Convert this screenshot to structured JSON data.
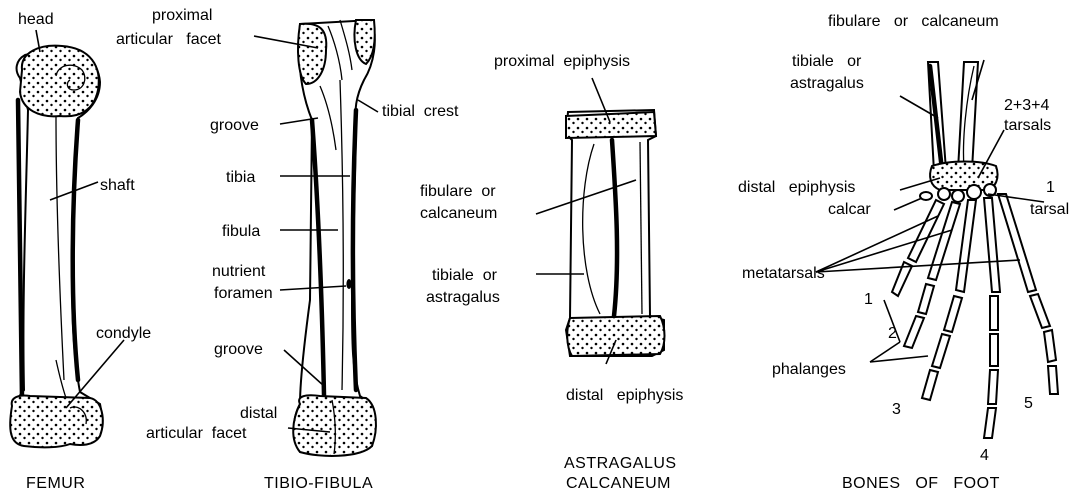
{
  "femur": {
    "caption": "FEMUR",
    "labels": {
      "head": "head",
      "shaft": "shaft",
      "condyle": "condyle"
    }
  },
  "tibiofibula": {
    "caption": "TIBIO-FIBULA",
    "labels": {
      "proximal_facet_1": "proximal",
      "proximal_facet_2": "articular   facet",
      "tibial_crest": "tibial  crest",
      "groove_upper": "groove",
      "tibia": "tibia",
      "fibula": "fibula",
      "nutrient_1": "nutrient",
      "nutrient_2": "foramen",
      "groove_lower": "groove",
      "distal_facet_1": "distal",
      "distal_facet_2": "articular  facet"
    }
  },
  "astragalus": {
    "caption_1": "ASTRAGALUS",
    "caption_2": "CALCANEUM",
    "labels": {
      "proximal_epiphysis": "proximal  epiphysis",
      "fibulare_1": "fibulare  or",
      "fibulare_2": "calcaneum",
      "tibiale_1": "tibiale  or",
      "tibiale_2": "astragalus",
      "distal_epiphysis": "distal   epiphysis"
    }
  },
  "foot": {
    "caption": "BONES   OF   FOOT",
    "labels": {
      "fibulare": "fibulare   or   calcaneum",
      "tibiale_1": "tibiale   or",
      "tibiale_2": "astragalus",
      "tarsals_1": "2+3+4",
      "tarsals_2": "tarsals",
      "distal_epiphysis": "distal   epiphysis",
      "calcar": "calcar",
      "tarsal_num": "1",
      "tarsal": "tarsal",
      "metatarsals": "metatarsals",
      "phalanges": "phalanges",
      "digit_1": "1",
      "digit_2": "2",
      "digit_3": "3",
      "digit_4": "4",
      "digit_5": "5"
    }
  }
}
